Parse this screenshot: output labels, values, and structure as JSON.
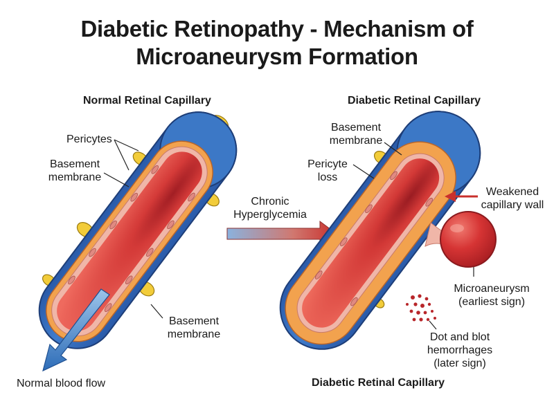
{
  "title": {
    "line1": "Diabetic Retinopathy - Mechanism of",
    "line2": "Microaneurysm Formation"
  },
  "normal": {
    "heading": "Normal Retinal Capillary",
    "pericytes": "Pericytes",
    "basement_top_l1": "Basement",
    "basement_top_l2": "membrane",
    "basement_bottom_l1": "Basement",
    "basement_bottom_l2": "membrane",
    "flow": "Normal blood flow"
  },
  "transition": {
    "line1": "Chronic",
    "line2": "Hyperglycemia"
  },
  "diabetic": {
    "heading": "Diabetic Retinal Capillary",
    "basement_l1": "Basement",
    "basement_l2": "membrane",
    "pericyte_l1": "Pericyte",
    "pericyte_l2": "loss",
    "weak_l1": "Weakened",
    "weak_l2": "capillary wall",
    "micro_l1": "Microaneurysm",
    "micro_l2": "(earliest sign)",
    "hem_l1": "Dot and blot",
    "hem_l2": "hemorrhages",
    "hem_l3": "(later sign)",
    "bottom_caption": "Diabetic Retinal Capillary"
  },
  "colors": {
    "outer_wall": "#2e64b5",
    "basement": "#f2a24e",
    "endothelium": "#f0b6a8",
    "blood": "#d83a3a",
    "pericyte": "#f2cc3a",
    "arrow_blue": "#4a88c8",
    "arrow_red": "#c9302c"
  }
}
